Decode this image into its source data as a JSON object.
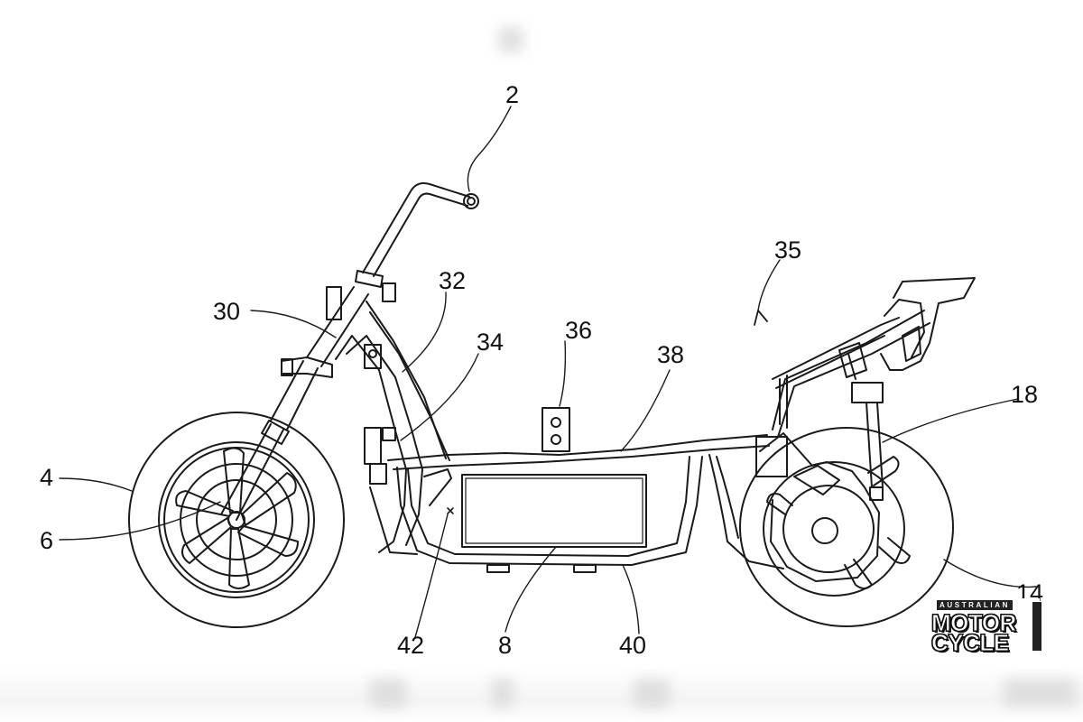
{
  "diagram": {
    "labels": {
      "l2": "2",
      "l30": "30",
      "l32": "32",
      "l34": "34",
      "l35": "35",
      "l36": "36",
      "l38": "38",
      "l18": "18",
      "l4": "4",
      "l6": "6",
      "l14": "14",
      "l42": "42",
      "l8": "8",
      "l40": "40"
    }
  },
  "watermark": {
    "line_small": "AUSTRALIAN",
    "line1": "MOTOR",
    "line2": "CYCLE"
  }
}
